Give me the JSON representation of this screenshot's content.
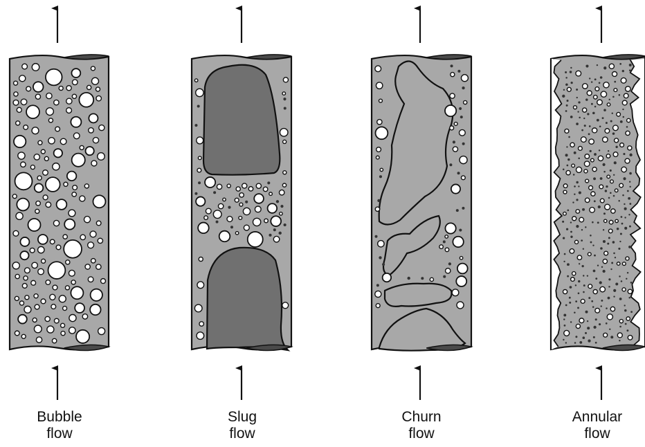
{
  "colors": {
    "background": "#ffffff",
    "liquid": "#a8a8a8",
    "gas_slug": "#707070",
    "bubble": "#ffffff",
    "outline": "#111111",
    "pipe_rim": "#4a4a4a",
    "film_dot": "#333333"
  },
  "panels": [
    {
      "id": "bubble",
      "title_line1": "Bubble",
      "title_line2": "flow"
    },
    {
      "id": "slug",
      "title_line1": "Slug",
      "title_line2": "flow"
    },
    {
      "id": "churn",
      "title_line1": "Churn",
      "title_line2": "flow"
    },
    {
      "id": "annular",
      "title_line1": "Annular",
      "title_line2": "flow"
    }
  ]
}
